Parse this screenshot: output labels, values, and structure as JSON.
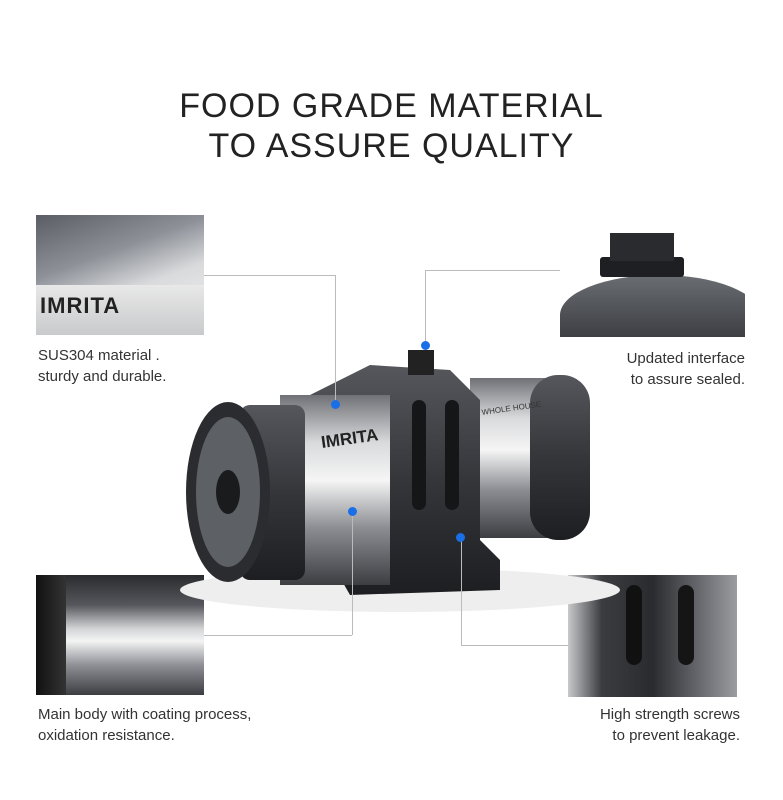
{
  "title": {
    "line1": "FOOD GRADE MATERIAL",
    "line2": "TO ASSURE QUALITY"
  },
  "product": {
    "brand_logo": "IMRITA",
    "side_label": "WHOLE HOUSE"
  },
  "callouts": [
    {
      "line1": "SUS304 material .",
      "line2": "sturdy and durable."
    },
    {
      "line1": "Updated interface",
      "line2": "to assure sealed."
    },
    {
      "line1": "Main body with coating process,",
      "line2": "oxidation resistance."
    },
    {
      "line1": "High strength screws",
      "line2": "to prevent leakage."
    }
  ],
  "colors": {
    "accent_dot": "#1a6fe8"
  }
}
